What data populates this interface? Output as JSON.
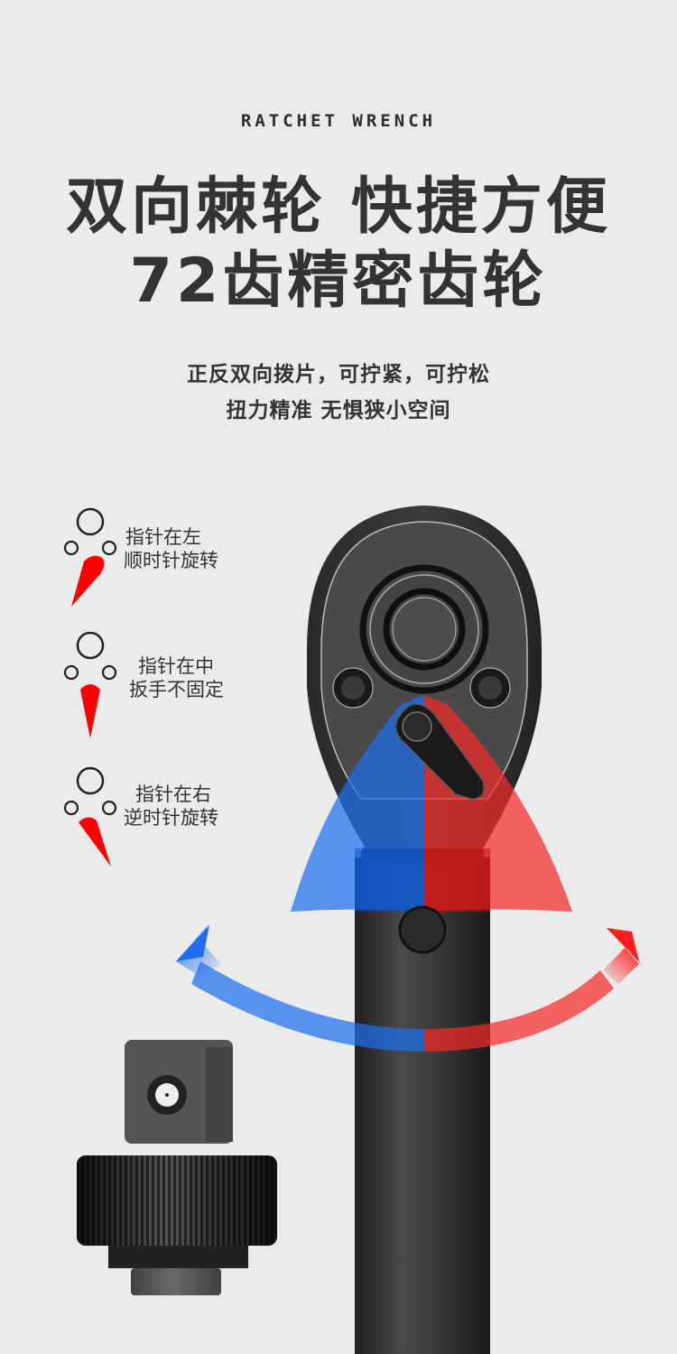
{
  "header": {
    "eyebrow": "RATCHET WRENCH",
    "headline_line1": "双向棘轮 快捷方便",
    "headline_line2": "72齿精密齿轮",
    "subtitle_line1": "正反双向拨片，可拧紧，可拧松",
    "subtitle_line2": "扭力精准 无惧狭小空间"
  },
  "legend": [
    {
      "line1": "指针在左",
      "line2": "顺时针旋转",
      "pointer": "left"
    },
    {
      "line1": "指针在中",
      "line2": "扳手不固定",
      "pointer": "center"
    },
    {
      "line1": "指针在右",
      "line2": "逆时针旋转",
      "pointer": "right"
    }
  ],
  "colors": {
    "background": "#ebebeb",
    "text": "#333333",
    "pointer_red": "#ff0000",
    "blue_overlay": "#1e6ff0",
    "red_overlay": "#f52a2a",
    "wrench_body": "#2b2b2b"
  },
  "graphic": {
    "product": "ratchet wrench head with reversing lever",
    "accessory": "square drive adapter with knurled ring"
  }
}
